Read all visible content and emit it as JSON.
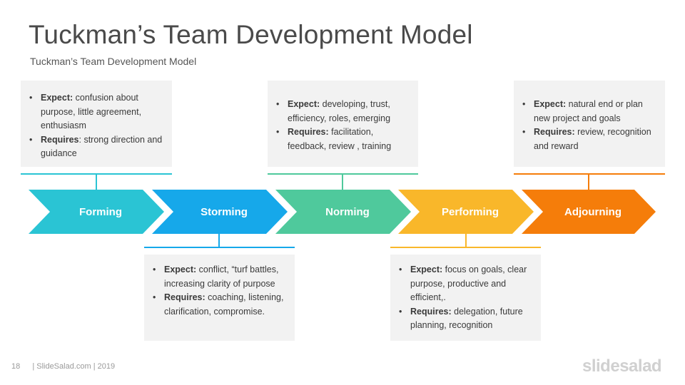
{
  "title": "Tuckman’s Team Development Model",
  "subtitle": "Tuckman’s Team Development Model",
  "stages": [
    {
      "label": "Forming",
      "color": "#2ac4d4",
      "expect_label": "Expect:",
      "expect_text": " confusion about purpose, little agreement, enthusiasm",
      "requires_label": "Requires",
      "requires_text": ": strong direction and guidance"
    },
    {
      "label": "Storming",
      "color": "#16a8ea",
      "expect_label": "Expect:",
      "expect_text": " conflict, “turf battles, increasing clarity of purpose",
      "requires_label": "Requires:",
      "requires_text": " coaching, listening, clarification, compromise."
    },
    {
      "label": "Norming",
      "color": "#4fc99c",
      "expect_label": "Expect:",
      "expect_text": " developing, trust, efficiency, roles, emerging",
      "requires_label": "Requires:",
      "requires_text": " facilitation, feedback, review , training"
    },
    {
      "label": "Performing",
      "color": "#f9b72a",
      "expect_label": "Expect:",
      "expect_text": " focus on goals, clear purpose, productive and efficient,.",
      "requires_label": "Requires:",
      "requires_text": " delegation, future planning, recognition"
    },
    {
      "label": "Adjourning",
      "color": "#f57d0a",
      "expect_label": "Expect:",
      "expect_text": " natural end or plan new project and goals",
      "requires_label": "Requires:",
      "requires_text": " review, recognition and reward"
    }
  ],
  "footer": {
    "page_number": "18",
    "text": "| SlideSalad.com | 2019"
  },
  "logo": {
    "part1": "slide",
    "part2": "salad"
  }
}
